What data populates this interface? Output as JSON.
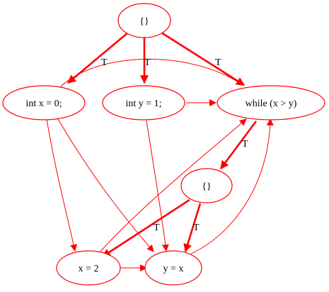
{
  "diagram": {
    "colors": {
      "stroke": "#ff0000",
      "text": "#000000",
      "background": "#ffffff"
    },
    "nodes": {
      "root_block": "{}",
      "int_x": "int x = 0;",
      "int_y": "int y = 1;",
      "while_cond": "while (x > y)",
      "inner_block": "{}",
      "assign_x": "x = 2",
      "assign_y": "y = x"
    },
    "edges": [
      {
        "from": "root_block",
        "to": "int_x",
        "label": "T",
        "style": "bold"
      },
      {
        "from": "root_block",
        "to": "int_y",
        "label": "T",
        "style": "bold"
      },
      {
        "from": "root_block",
        "to": "while_cond",
        "label": "T",
        "style": "bold"
      },
      {
        "from": "int_x",
        "to": "while_cond",
        "label": "",
        "style": "thin"
      },
      {
        "from": "int_y",
        "to": "while_cond",
        "label": "",
        "style": "thin"
      },
      {
        "from": "int_x",
        "to": "assign_x",
        "label": "",
        "style": "thin"
      },
      {
        "from": "int_x",
        "to": "assign_y",
        "label": "",
        "style": "thin"
      },
      {
        "from": "int_y",
        "to": "assign_y",
        "label": "",
        "style": "thin"
      },
      {
        "from": "while_cond",
        "to": "inner_block",
        "label": "T",
        "style": "bold"
      },
      {
        "from": "inner_block",
        "to": "assign_x",
        "label": "T",
        "style": "bold"
      },
      {
        "from": "inner_block",
        "to": "assign_y",
        "label": "T",
        "style": "bold"
      },
      {
        "from": "assign_x",
        "to": "while_cond",
        "label": "",
        "style": "thin"
      },
      {
        "from": "assign_x",
        "to": "assign_y",
        "label": "",
        "style": "thin"
      },
      {
        "from": "assign_y",
        "to": "while_cond",
        "label": "",
        "style": "thin"
      }
    ],
    "edge_labels": {
      "root_to_int_x": "T",
      "root_to_int_y": "T",
      "root_to_while": "T",
      "while_to_inner": "T",
      "inner_to_assign_x": "T",
      "inner_to_assign_y": "T"
    }
  }
}
